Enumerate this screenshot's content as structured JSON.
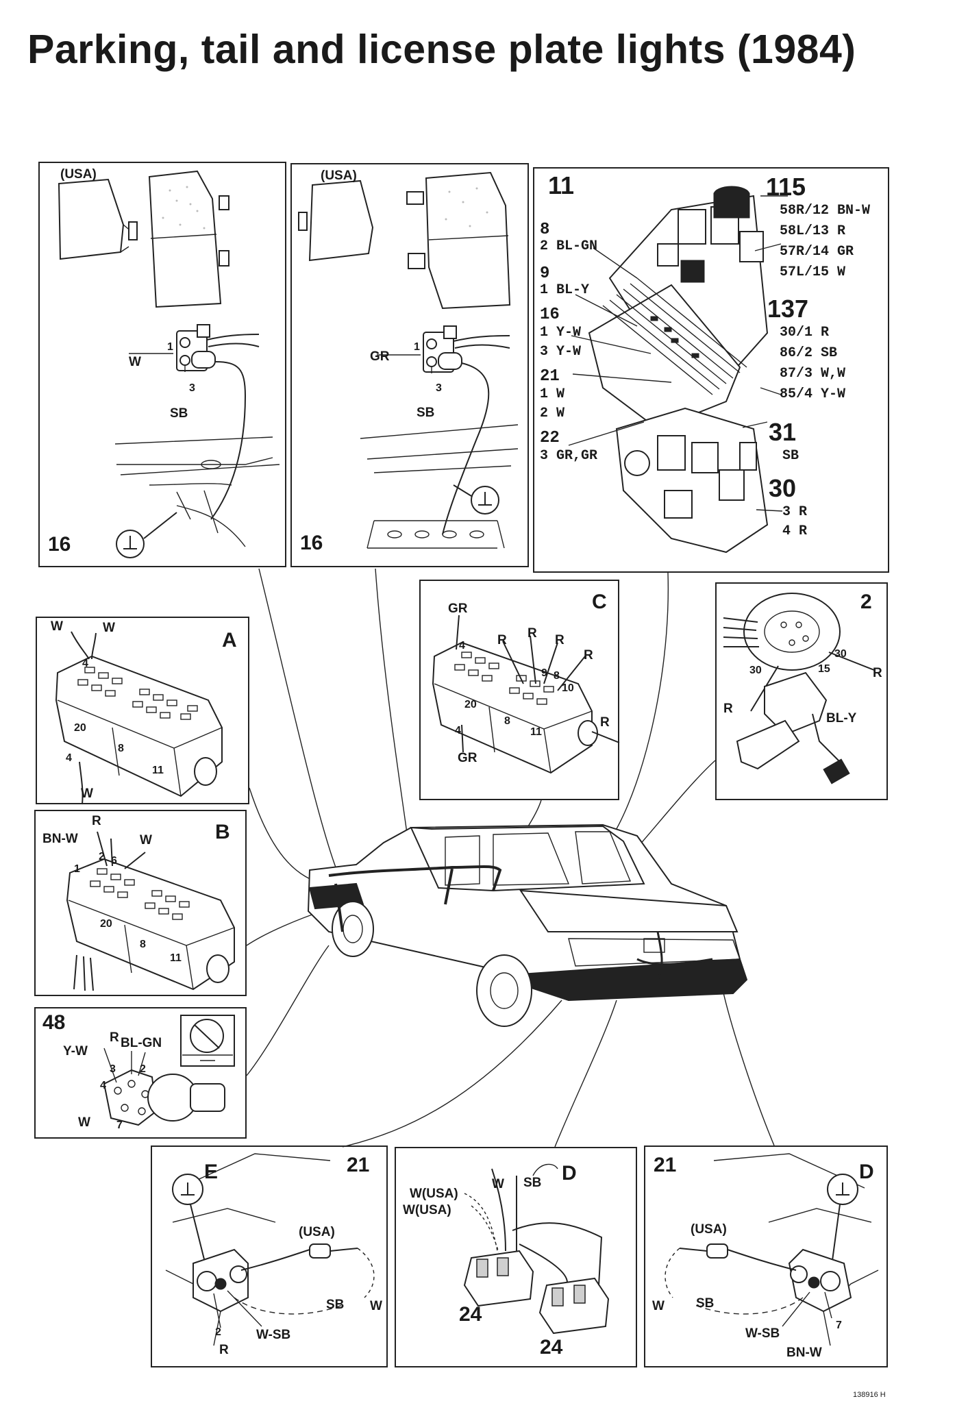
{
  "title": "Parking, tail and license plate lights (1984)",
  "ref_code": "138916 H",
  "panels": {
    "p1": {
      "usa": "(USA)",
      "w": "W",
      "sb": "SB",
      "pin1": "1",
      "pin3": "3",
      "number": "16"
    },
    "p2": {
      "usa": "(USA)",
      "gr": "GR",
      "sb": "SB",
      "pin1": "1",
      "pin3": "3",
      "number": "16"
    },
    "fusebox": {
      "n11": "11",
      "n8": "8",
      "l8a": "2 BL-GN",
      "n9": "9",
      "l9a": "1 BL-Y",
      "n16": "16",
      "l16a": "1 Y-W",
      "l16b": "3 Y-W",
      "n21": "21",
      "l21a": "1 W",
      "l21b": "2 W",
      "n22": "22",
      "l22a": "3 GR,GR",
      "n115": "115",
      "r115a": "58R/12 BN-W",
      "r115b": "58L/13 R",
      "r115c": "57R/14 GR",
      "r115d": "57L/15 W",
      "n137": "137",
      "r137a": "30/1 R",
      "r137b": "86/2 SB",
      "r137c": "87/3 W,W",
      "r137d": "85/4 Y-W",
      "n31": "31",
      "r31a": "SB",
      "n30": "30",
      "r30a": "3 R",
      "r30b": "4 R"
    },
    "a": {
      "letter": "A",
      "w1": "W",
      "w2": "W",
      "w3": "W",
      "p4a": "4",
      "p4b": "4",
      "p20": "20",
      "p8": "8",
      "p11": "11"
    },
    "b": {
      "letter": "B",
      "r": "R",
      "bnw": "BN-W",
      "w": "W",
      "p1": "1",
      "p2": "2",
      "p6": "6",
      "p20": "20",
      "p8": "8",
      "p11": "11"
    },
    "c": {
      "letter": "C",
      "gr1": "GR",
      "gr2": "GR",
      "r1": "R",
      "r2": "R",
      "r3": "R",
      "r4": "R",
      "r5": "R",
      "p4a": "4",
      "p4b": "4",
      "p9": "9",
      "p8a": "8",
      "p10": "10",
      "p20": "20",
      "p8b": "8",
      "p11": "11"
    },
    "switch2": {
      "number": "2",
      "l30a": "30",
      "l30b": "30",
      "l15": "15",
      "r1": "R",
      "r2": "R",
      "bly": "BL-Y"
    },
    "p48": {
      "number": "48",
      "yw": "Y-W",
      "r": "R",
      "blgn": "BL-GN",
      "w": "W",
      "p3": "3",
      "p2": "2",
      "p4": "4",
      "p7": "7"
    },
    "e": {
      "letter": "E",
      "number": "21",
      "usa": "(USA)",
      "sb": "SB",
      "w": "W",
      "wsb": "W-SB",
      "r": "R",
      "p2": "2"
    },
    "plate": {
      "w_usa1": "W(USA)",
      "w_usa2": "W(USA)",
      "w": "W",
      "sb": "SB",
      "d": "D",
      "n24a": "24",
      "n24b": "24"
    },
    "d": {
      "letter": "D",
      "number": "21",
      "usa": "(USA)",
      "w": "W",
      "sb": "SB",
      "wsb": "W-SB",
      "bnw": "BN-W",
      "p7": "7"
    }
  }
}
